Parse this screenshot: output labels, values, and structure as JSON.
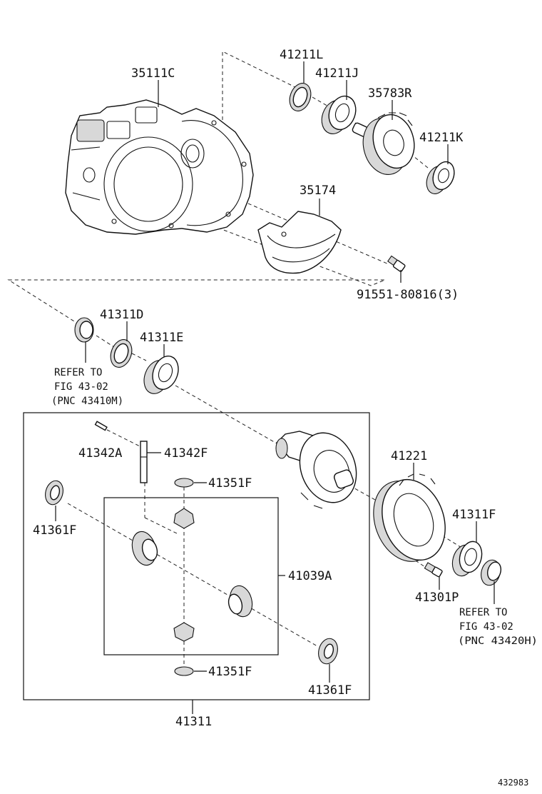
{
  "diagram": {
    "drawing_number": "432983",
    "labels": {
      "p35111C": "35111C",
      "p41211L": "41211L",
      "p41211J": "41211J",
      "p35783R": "35783R",
      "p41211K": "41211K",
      "p35174": "35174",
      "p91551": "91551-80816(3)",
      "p41311D": "41311D",
      "p41311E": "41311E",
      "p41342A": "41342A",
      "p41342F": "41342F",
      "p41351F_top": "41351F",
      "p41361F_left": "41361F",
      "p41039A": "41039A",
      "p41351F_bottom": "41351F",
      "p41361F_right": "41361F",
      "p41311": "41311",
      "p41221": "41221",
      "p41311F": "41311F",
      "p41301P": "41301P"
    },
    "refer_left": {
      "line1": "REFER TO",
      "line2": "FIG 43-02",
      "line3": "(PNC 43410M)"
    },
    "refer_right": {
      "line1": "REFER TO",
      "line2": "FIG 43-02",
      "line3": "(PNC 43420H)"
    }
  }
}
